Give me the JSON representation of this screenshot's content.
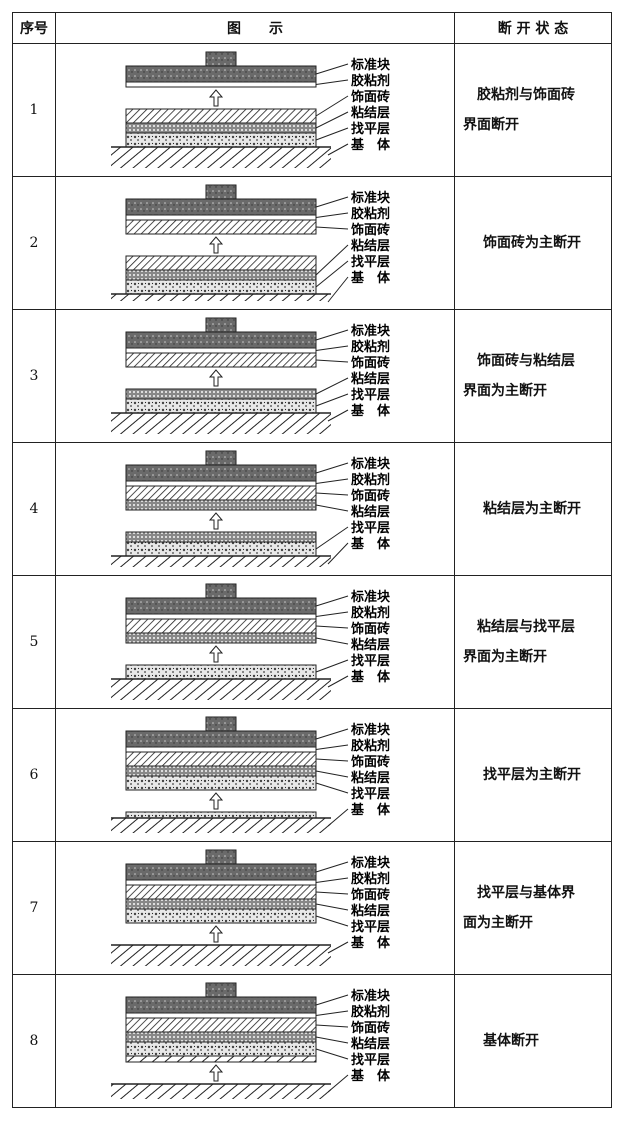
{
  "header": {
    "no": "序号",
    "figure": "图　　示",
    "state": "断 开 状 态"
  },
  "rows": [
    {
      "no": "1",
      "state": [
        "胶粘剂与饰面砖",
        "界面断开"
      ],
      "labels": [
        "标准块",
        "胶粘剂",
        "饰面砖",
        "粘结层",
        "找平层",
        "基　体"
      ]
    },
    {
      "no": "2",
      "state": [
        "饰面砖为主断开"
      ],
      "labels": [
        "标准块",
        "胶粘剂",
        "饰面砖",
        "粘结层",
        "找平层",
        "基　体"
      ]
    },
    {
      "no": "3",
      "state": [
        "饰面砖与粘结层",
        "界面为主断开"
      ],
      "labels": [
        "标准块",
        "胶粘剂",
        "饰面砖",
        "粘结层",
        "找平层",
        "基　体"
      ]
    },
    {
      "no": "4",
      "state": [
        "粘结层为主断开"
      ],
      "labels": [
        "标准块",
        "胶粘剂",
        "饰面砖",
        "粘结层",
        "找平层",
        "基　体"
      ]
    },
    {
      "no": "5",
      "state": [
        "粘结层与找平层",
        "界面为主断开"
      ],
      "labels": [
        "标准块",
        "胶粘剂",
        "饰面砖",
        "粘结层",
        "找平层",
        "基　体"
      ]
    },
    {
      "no": "6",
      "state": [
        "找平层为主断开"
      ],
      "labels": [
        "标准块",
        "胶粘剂",
        "饰面砖",
        "粘结层",
        "找平层",
        "基　体"
      ]
    },
    {
      "no": "7",
      "state": [
        "找平层与基体界",
        "面为主断开"
      ],
      "labels": [
        "标准块",
        "胶粘剂",
        "饰面砖",
        "粘结层",
        "找平层",
        "基　体"
      ]
    },
    {
      "no": "8",
      "state": [
        "基体断开"
      ],
      "labels": [
        "标准块",
        "胶粘剂",
        "饰面砖",
        "粘结层",
        "找平层",
        "基　体"
      ]
    }
  ]
}
